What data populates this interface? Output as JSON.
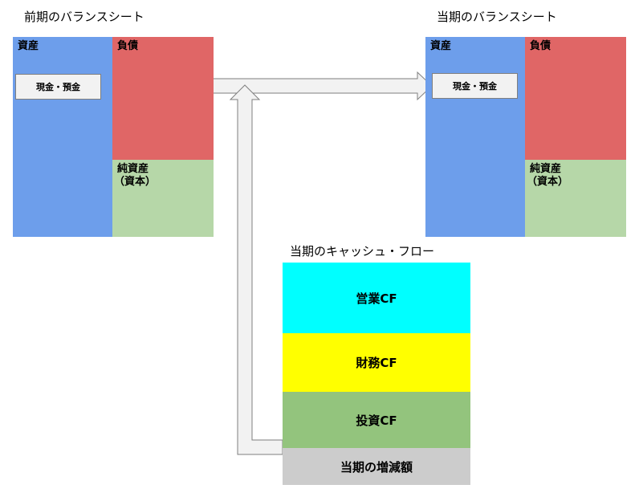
{
  "prev_bs": {
    "title": "前期のバランスシート",
    "assets": "資産",
    "liabilities": "負債",
    "equity_line1": "純資産",
    "equity_line2": "（資本）",
    "cash": "現金・預金"
  },
  "curr_bs": {
    "title": "当期のバランスシート",
    "assets": "資産",
    "liabilities": "負債",
    "equity_line1": "純資産",
    "equity_line2": "（資本）",
    "cash": "現金・預金"
  },
  "cashflow": {
    "title": "当期のキャッシュ・フロー",
    "operating": "営業CF",
    "financing": "財務CF",
    "investing": "投資CF",
    "net_change": "当期の増減額"
  },
  "colors": {
    "assets": "#6d9eeb",
    "liabilities": "#e06666",
    "equity": "#b6d7a8",
    "operating": "#00ffff",
    "financing": "#ffff00",
    "investing": "#93c47d",
    "net_change": "#cccccc",
    "arrow_fill": "#f2f2f2",
    "arrow_stroke": "#7f7f7f"
  }
}
